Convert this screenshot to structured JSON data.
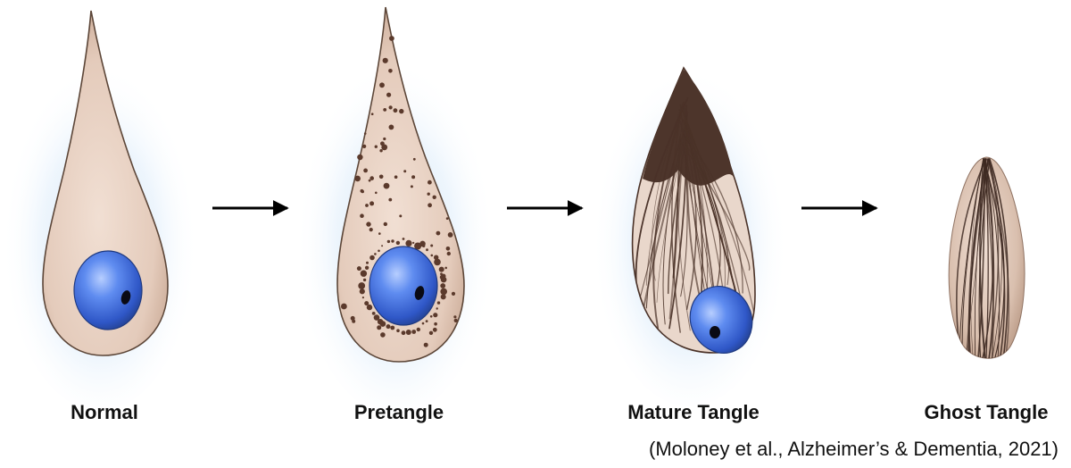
{
  "stages": [
    {
      "label": "Normal"
    },
    {
      "label": "Pretangle"
    },
    {
      "label": "Mature Tangle"
    },
    {
      "label": "Ghost Tangle"
    }
  ],
  "citation": "(Moloney et al., Alzheimer’s & Dementia, 2021)",
  "colors": {
    "cell_body": "#e6cfc0",
    "cell_outline": "#5c4638",
    "nucleus": "#3f6ad8",
    "nucleus_highlight": "#a9c4ff",
    "tau_deposit": "#5b3a2c",
    "glow": "#d8ebfb",
    "arrow": "#000000"
  },
  "icons": {
    "arrow": "right-arrow-icon"
  }
}
